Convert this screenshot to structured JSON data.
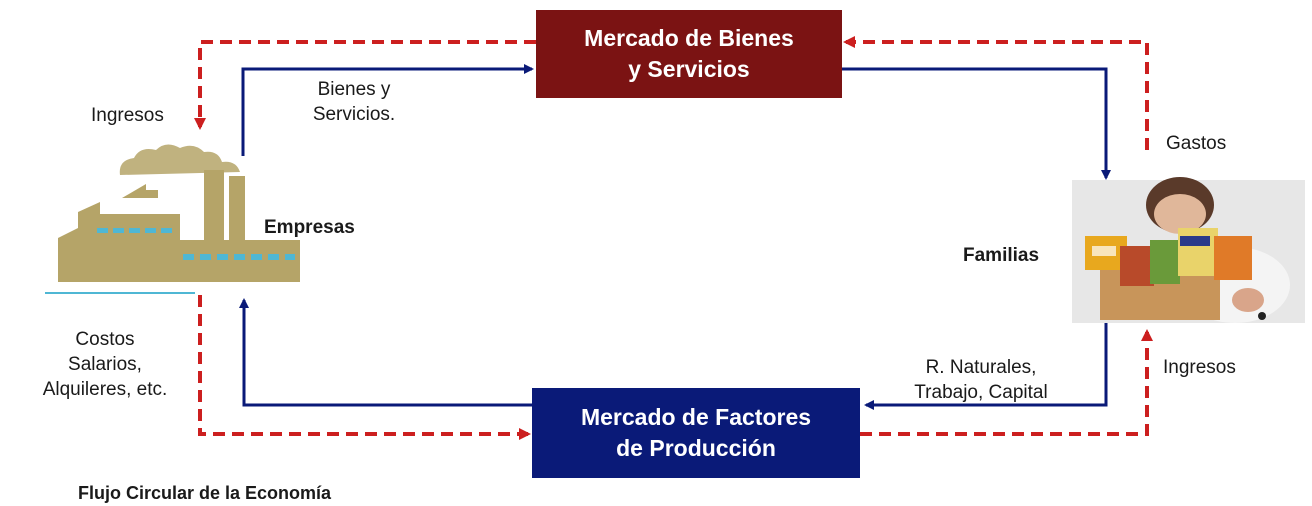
{
  "nodes": {
    "bienes_market": "Mercado de Bienes\ny Servicios",
    "factores_market": "Mercado de Factores\nde Producción",
    "empresas": "Empresas",
    "familias": "Familias"
  },
  "labels": {
    "ingresos_left": "Ingresos",
    "bienes_servicios": "Bienes y\nServicios.",
    "gastos": "Gastos",
    "costos": "Costos\nSalarios,\nAlquileres, etc.",
    "factores_recursos": "R. Naturales,\nTrabajo, Capital",
    "ingresos_right": "Ingresos"
  },
  "caption": "Flujo Circular de la Economía",
  "colors": {
    "goods_box": "#7b1313",
    "factors_box": "#0a1a78",
    "real_flow": "#0a1a78",
    "money_flow": "#cc1f1f",
    "factory": "#b5a468",
    "factory_windows": "#4fb7d4"
  },
  "flows": {
    "real_flow_style": "solid",
    "money_flow_style": "dashed"
  }
}
